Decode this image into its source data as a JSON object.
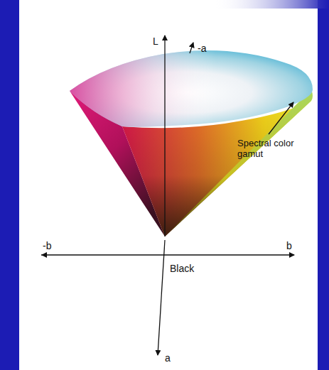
{
  "diagram": {
    "labels": [
      "L",
      "-a",
      "Spectral color gamut",
      "-b",
      "b",
      "Black",
      "a"
    ]
  }
}
